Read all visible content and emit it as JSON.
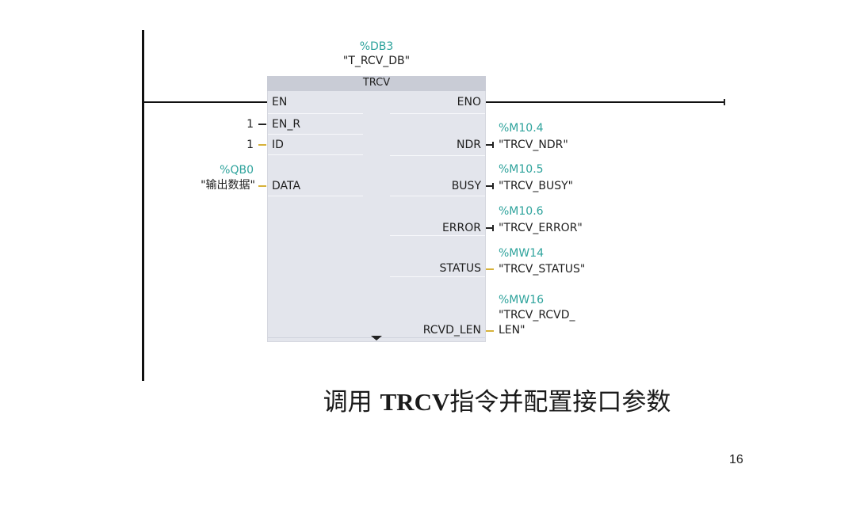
{
  "block": {
    "instance_address": "%DB3",
    "instance_name": "\"T_RCV_DB\"",
    "title": "TRCV"
  },
  "inputs": {
    "en": {
      "pin": "EN"
    },
    "en_r": {
      "pin": "EN_R",
      "value": "1"
    },
    "id": {
      "pin": "ID",
      "value": "1"
    },
    "data": {
      "pin": "DATA",
      "address": "%QB0",
      "symbol": "\"输出数据\""
    }
  },
  "outputs": {
    "eno": {
      "pin": "ENO"
    },
    "ndr": {
      "pin": "NDR",
      "address": "%M10.4",
      "symbol": "\"TRCV_NDR\""
    },
    "busy": {
      "pin": "BUSY",
      "address": "%M10.5",
      "symbol": "\"TRCV_BUSY\""
    },
    "error": {
      "pin": "ERROR",
      "address": "%M10.6",
      "symbol": "\"TRCV_ERROR\""
    },
    "status": {
      "pin": "STATUS",
      "address": "%MW14",
      "symbol": "\"TRCV_STATUS\""
    },
    "rcvd_len": {
      "pin": "RCVD_LEN",
      "address": "%MW16",
      "symbol_line1": "\"TRCV_RCVD_",
      "symbol_line2": "LEN\""
    }
  },
  "caption": {
    "prefix": "调用 ",
    "bold": "TRCV",
    "suffix": "指令并配置接口参数"
  },
  "page_number": "16",
  "colors": {
    "address": "#2ea39c",
    "box": "#e3e5ec",
    "header": "#c9ccd6",
    "pin_stub": "#d7b23a"
  }
}
